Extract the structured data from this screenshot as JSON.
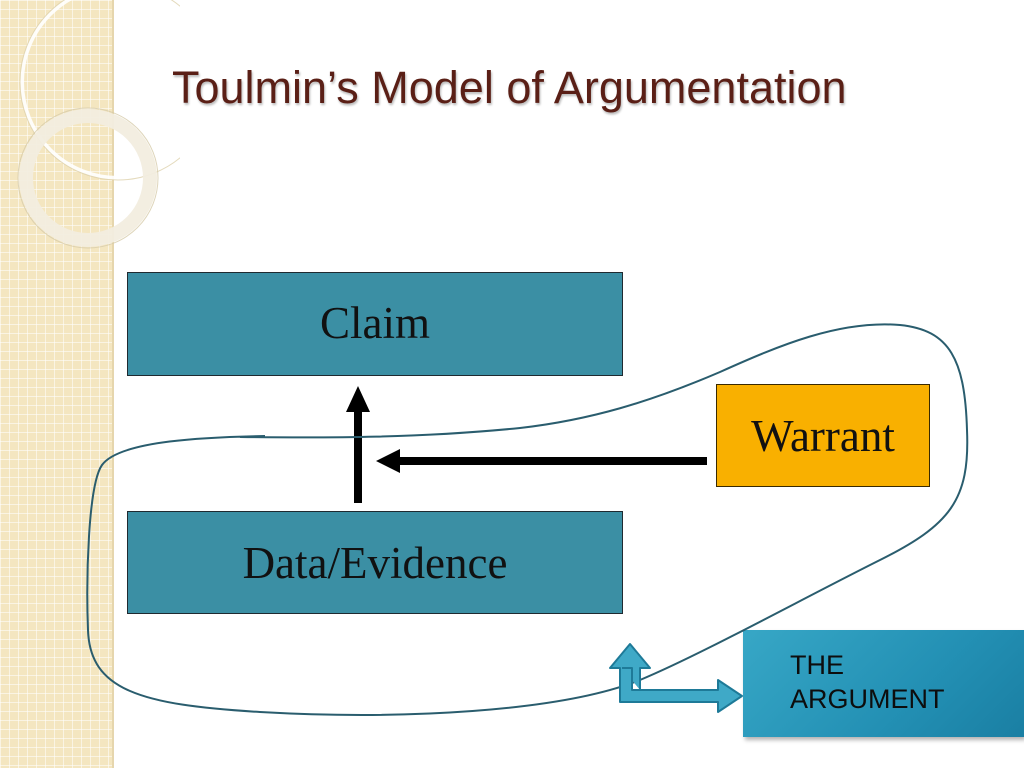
{
  "slide": {
    "title": "Toulmin’s Model of Argumentation"
  },
  "diagram": {
    "claim_label": "Claim",
    "evidence_label": "Data/Evidence",
    "warrant_label": "Warrant",
    "argument_label_line1": "THE",
    "argument_label_line2": "ARGUMENT"
  },
  "colors": {
    "title": "#5a1f16",
    "box_teal": "#3b8fa4",
    "warrant_gold": "#f9b000",
    "argument_blue": "#2390b4",
    "side_strip": "#f4e6c0"
  },
  "icons": [
    "up-arrow",
    "left-arrow",
    "loop-outline",
    "bent-double-arrow-icon"
  ]
}
